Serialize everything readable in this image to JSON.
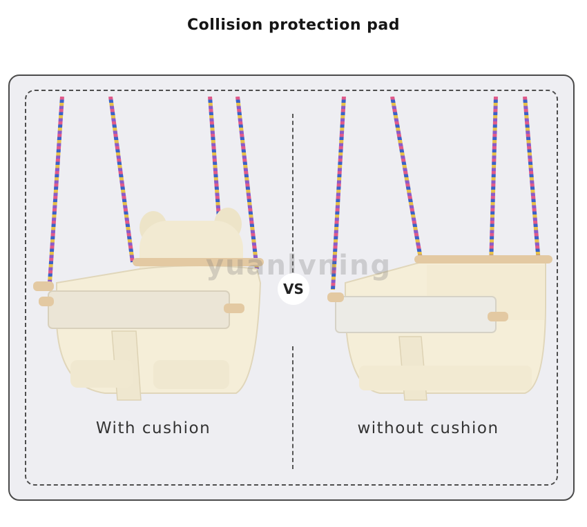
{
  "title": "Collision protection pad",
  "comparison": {
    "left_caption": "With cushion",
    "right_caption": "without cushion",
    "vs_label": "VS"
  },
  "watermark": "yuanlvning",
  "colors": {
    "panel_bg": "#eeeef2",
    "fabric": "#f3ecd6",
    "wood": "#e3c9a2"
  }
}
